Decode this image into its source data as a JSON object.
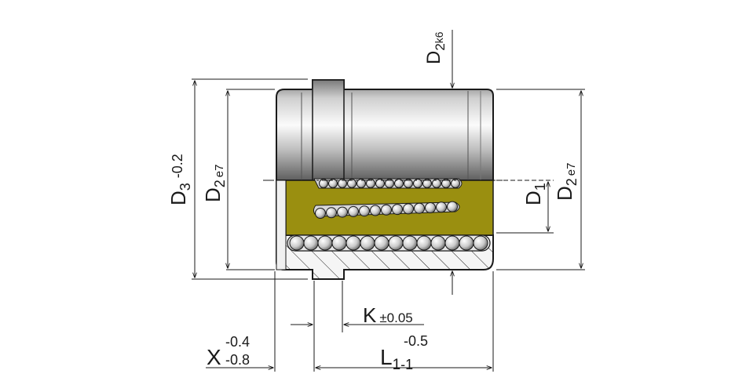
{
  "labels": {
    "d2_top": {
      "main": "D",
      "sub": "2",
      "tol": "k6"
    },
    "d3": {
      "main": "D",
      "sub": "3",
      "tol": "-0.2"
    },
    "d2_left": {
      "main": "D",
      "sub": "2",
      "tol": "e7"
    },
    "d1": {
      "main": "D",
      "sub": "1"
    },
    "d2_right": {
      "main": "D",
      "sub": "2",
      "tol": "e7"
    },
    "k": {
      "main": "K",
      "tol": "±0.05"
    },
    "x": {
      "main": "X",
      "tol_upper": "-0.4",
      "tol_lower": "-0.8"
    },
    "l1": {
      "main": "L",
      "sub": "1",
      "tol_lower": "-1",
      "tol_upper": "-0.5"
    }
  },
  "colors": {
    "line": "#1a1a1a",
    "cage": "#9a8f10",
    "metal_light": "#f2f2f2",
    "metal_dark": "#6e6e6e"
  }
}
